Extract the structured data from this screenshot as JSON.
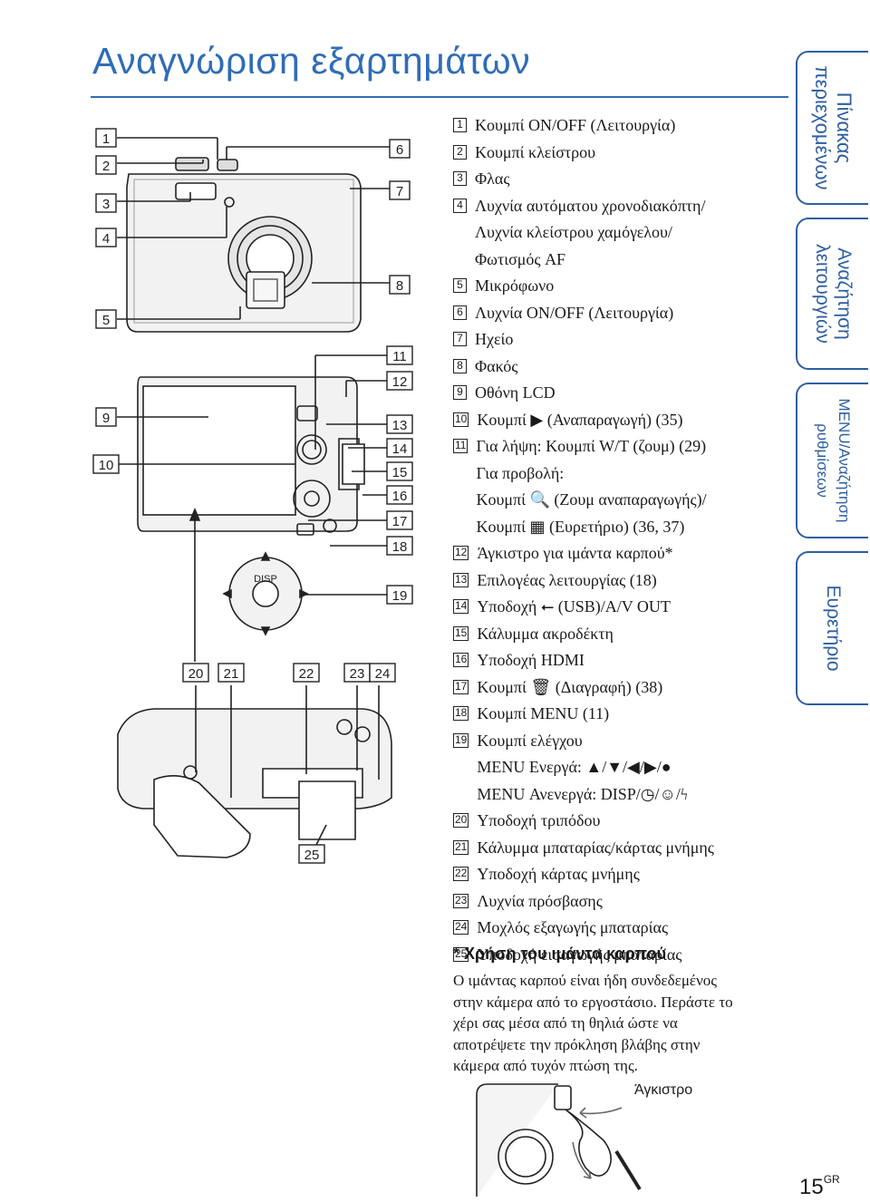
{
  "page": {
    "title": "Αναγνώριση εξαρτημάτων",
    "page_number": "15",
    "page_suffix": "GR"
  },
  "figure": {
    "labels": [
      "1",
      "2",
      "3",
      "4",
      "5",
      "6",
      "7",
      "8",
      "9",
      "10",
      "11",
      "12",
      "13",
      "14",
      "15",
      "16",
      "17",
      "18",
      "19",
      "20",
      "21",
      "22",
      "23",
      "24",
      "25"
    ],
    "dial": {
      "top": "DISP"
    }
  },
  "items": [
    {
      "num": "1",
      "lines": [
        "Κουμπί ON/OFF (Λειτουργία)"
      ]
    },
    {
      "num": "2",
      "lines": [
        "Κουμπί κλείστρου"
      ]
    },
    {
      "num": "3",
      "lines": [
        "Φλας"
      ]
    },
    {
      "num": "4",
      "lines": [
        "Λυχνία αυτόματου χρονοδιακόπτη/",
        "Λυχνία κλείστρου χαμόγελου/",
        "Φωτισμός AF"
      ]
    },
    {
      "num": "5",
      "lines": [
        "Μικρόφωνο"
      ]
    },
    {
      "num": "6",
      "lines": [
        "Λυχνία ON/OFF (Λειτουργία)"
      ]
    },
    {
      "num": "7",
      "lines": [
        "Ηχείο"
      ]
    },
    {
      "num": "8",
      "lines": [
        "Φακός"
      ]
    },
    {
      "num": "9",
      "lines": [
        "Οθόνη LCD"
      ]
    },
    {
      "num": "10",
      "lines": [
        "Κουμπί ▶ (Αναπαραγωγή) (35)"
      ]
    },
    {
      "num": "11",
      "lines": [
        "Για λήψη: Κουμπί W/T (ζουμ) (29)",
        "Για προβολή:",
        "Κουμπί 🔍 (Ζουμ αναπαραγωγής)/",
        "Κουμπί ▦ (Ευρετήριο) (36, 37)"
      ]
    },
    {
      "num": "12",
      "lines": [
        "Άγκιστρο για ιμάντα καρπού*"
      ]
    },
    {
      "num": "13",
      "lines": [
        "Επιλογέας λειτουργίας (18)"
      ]
    },
    {
      "num": "14",
      "lines": [
        "Υποδοχή ⭠ (USB)/A/V OUT"
      ]
    },
    {
      "num": "15",
      "lines": [
        "Κάλυμμα ακροδέκτη"
      ]
    },
    {
      "num": "16",
      "lines": [
        "Υποδοχή HDMI"
      ]
    },
    {
      "num": "17",
      "lines": [
        "Κουμπί 🗑 (Διαγραφή) (38)"
      ]
    },
    {
      "num": "18",
      "lines": [
        "Κουμπί MENU (11)"
      ]
    },
    {
      "num": "19",
      "lines": [
        "Κουμπί ελέγχου",
        "MENU Ενεργά: ▲/▼/◀/▶/●",
        "MENU Ανενεργά: DISP/◷/☺/ϟ"
      ]
    },
    {
      "num": "20",
      "lines": [
        "Υποδοχή τριπόδου"
      ]
    },
    {
      "num": "21",
      "lines": [
        "Κάλυμμα μπαταρίας/κάρτας μνήμης"
      ]
    },
    {
      "num": "22",
      "lines": [
        "Υποδοχή κάρτας μνήμης"
      ]
    },
    {
      "num": "23",
      "lines": [
        "Λυχνία πρόσβασης"
      ]
    },
    {
      "num": "24",
      "lines": [
        "Μοχλός εξαγωγής μπαταρίας"
      ]
    },
    {
      "num": "25",
      "lines": [
        "Υποδοχή εισαγωγής μπαταρίας"
      ]
    }
  ],
  "note": {
    "title": "* Χρήση του ιμάντα καρπού",
    "body_lines": [
      "Ο ιμάντας καρπού είναι ήδη συνδεδεμένος",
      "στην κάμερα από το εργοστάσιο. Περάστε το",
      "χέρι σας μέσα από τη θηλιά ώστε να",
      "αποτρέψετε την πρόκληση βλάβης στην",
      "κάμερα από τυχόν πτώση της."
    ],
    "figure_label": "Άγκιστρο"
  },
  "tabs": [
    {
      "name": "tab-contents",
      "lines": [
        "Πίνακας",
        "περιεχομένων"
      ],
      "font_size": 22
    },
    {
      "name": "tab-operation-search",
      "lines": [
        "Αναζήτηση",
        "λειτουργιών"
      ],
      "font_size": 21
    },
    {
      "name": "tab-menu-settings-search",
      "lines": [
        "MENU/Αναζήτηση",
        "ρυθμίσεων"
      ],
      "font_size": 17
    },
    {
      "name": "tab-index",
      "lines": [
        "Ευρετήριο"
      ],
      "font_size": 21
    }
  ],
  "colors": {
    "accent": "#2f6db5",
    "tab_border": "#2e5fa0",
    "text": "#1a1a1a"
  }
}
